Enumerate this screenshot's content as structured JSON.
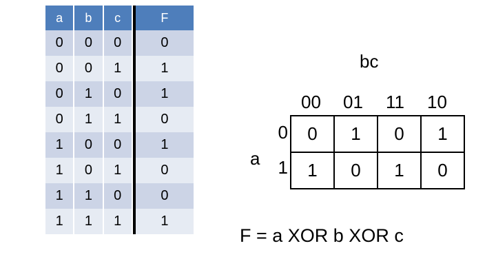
{
  "truth_table": {
    "headers": [
      "a",
      "b",
      "c",
      "F"
    ],
    "rows": [
      [
        "0",
        "0",
        "0",
        "0"
      ],
      [
        "0",
        "0",
        "1",
        "1"
      ],
      [
        "0",
        "1",
        "0",
        "1"
      ],
      [
        "0",
        "1",
        "1",
        "0"
      ],
      [
        "1",
        "0",
        "0",
        "1"
      ],
      [
        "1",
        "0",
        "1",
        "0"
      ],
      [
        "1",
        "1",
        "0",
        "0"
      ],
      [
        "1",
        "1",
        "1",
        "1"
      ]
    ],
    "header_bg": "#4e7ebb",
    "header_fg": "#ffffff",
    "row_dark_bg": "#ccd4e6",
    "row_light_bg": "#e6ebf3"
  },
  "kmap": {
    "col_group_label": "bc",
    "row_group_label": "a",
    "col_headers": [
      "00",
      "01",
      "11",
      "10"
    ],
    "row_headers": [
      "0",
      "1"
    ],
    "cells": [
      [
        "0",
        "1",
        "0",
        "1"
      ],
      [
        "1",
        "0",
        "1",
        "0"
      ]
    ],
    "formula": "F = a XOR b XOR c"
  }
}
